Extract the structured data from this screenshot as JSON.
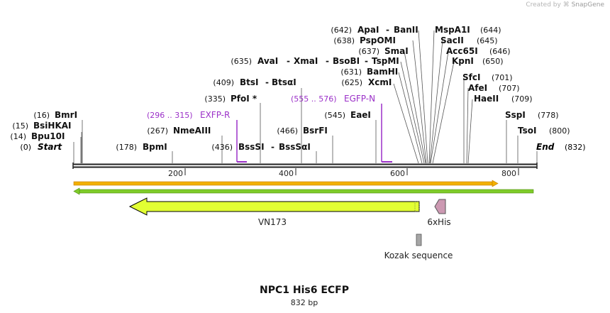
{
  "credit": {
    "prefix": "Created by",
    "brand": "SnapGene"
  },
  "title": "NPC1 His6 ECFP",
  "subtitle": "832 bp",
  "sequence": {
    "length": 832,
    "start_label": "Start",
    "end_label": "End",
    "start_pos": "(0)",
    "end_pos": "(832)"
  },
  "ticks": [
    "200",
    "400",
    "600",
    "800"
  ],
  "sites": [
    {
      "pos": "(16)",
      "name": "BmrI"
    },
    {
      "pos": "(15)",
      "name": "BsiHKAI"
    },
    {
      "pos": "(14)",
      "name": "Bpu10I"
    },
    {
      "pos": "(178)",
      "name": "BpmI"
    },
    {
      "pos": "(267)",
      "name": "NmeAIII"
    },
    {
      "pos": "(335)",
      "name": "PfoI *"
    },
    {
      "pos": "(409)",
      "name": "BtsI",
      "name2": "BtsαI"
    },
    {
      "pos": "(436)",
      "name": "BssSI",
      "name2": "BssSαI"
    },
    {
      "pos": "(466)",
      "name": "BsrFI"
    },
    {
      "pos": "(545)",
      "name": "EaeI"
    },
    {
      "pos": "(625)",
      "name": "XcmI"
    },
    {
      "pos": "(631)",
      "name": "BamHI"
    },
    {
      "pos": "(635)",
      "name": "AvaI",
      "name2": "XmaI",
      "name3": "BsoBI",
      "name4": "TspMI"
    },
    {
      "pos": "(637)",
      "name": "SmaI"
    },
    {
      "pos": "(638)",
      "name": "PspOMI"
    },
    {
      "pos": "(642)",
      "name": "ApaI",
      "name2": "BanII"
    },
    {
      "pos": "(644)",
      "name": "MspA1I"
    },
    {
      "pos": "(645)",
      "name": "SacII"
    },
    {
      "pos": "(646)",
      "name": "Acc65I"
    },
    {
      "pos": "(650)",
      "name": "KpnI"
    },
    {
      "pos": "(701)",
      "name": "SfcI"
    },
    {
      "pos": "(707)",
      "name": "AfeI"
    },
    {
      "pos": "(709)",
      "name": "HaeII"
    },
    {
      "pos": "(778)",
      "name": "SspI"
    },
    {
      "pos": "(800)",
      "name": "TsoI"
    }
  ],
  "primers": [
    {
      "range": "(296 .. 315)",
      "name": "EXFP-R",
      "color": "#9b30c8"
    },
    {
      "range": "(555 .. 576)",
      "name": "EGFP-N",
      "color": "#9b30c8"
    }
  ],
  "features": [
    {
      "name": "VN173",
      "color": "#e2ff33"
    },
    {
      "name": "6xHis",
      "color": "#cc99b2"
    },
    {
      "name": "Kozak sequence",
      "color": "#a6a6a6"
    }
  ],
  "colors": {
    "orf_forward": "#f2b000",
    "orf_reverse": "#7fcc29",
    "feature_outline": "#000000"
  }
}
